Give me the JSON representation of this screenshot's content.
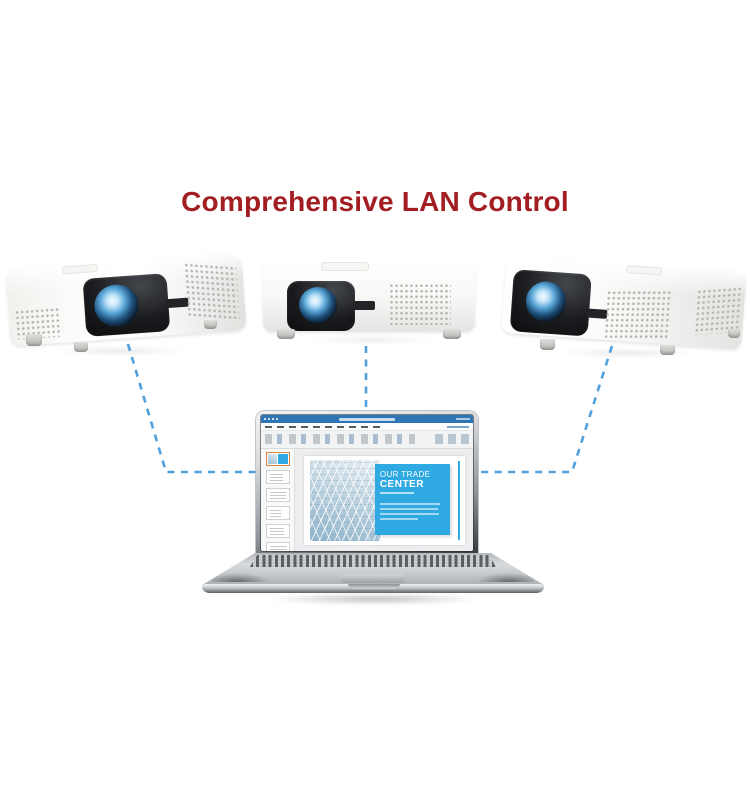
{
  "title": {
    "text": "Comprehensive LAN Control",
    "color": "#A31E22"
  },
  "connections": {
    "color": "#4FA0DC",
    "style": "dashed",
    "count": 3
  },
  "devices": {
    "projector_left": "projector",
    "projector_center": "projector",
    "projector_right": "projector",
    "laptop": "laptop"
  },
  "laptop_screen": {
    "app_titlebar_color": "#2E75B5",
    "slide": {
      "heading_line1": "OUR TRADE",
      "heading_line2": "CENTER",
      "panel_color": "#2FA9E2"
    },
    "thumbnail_count": 6
  }
}
